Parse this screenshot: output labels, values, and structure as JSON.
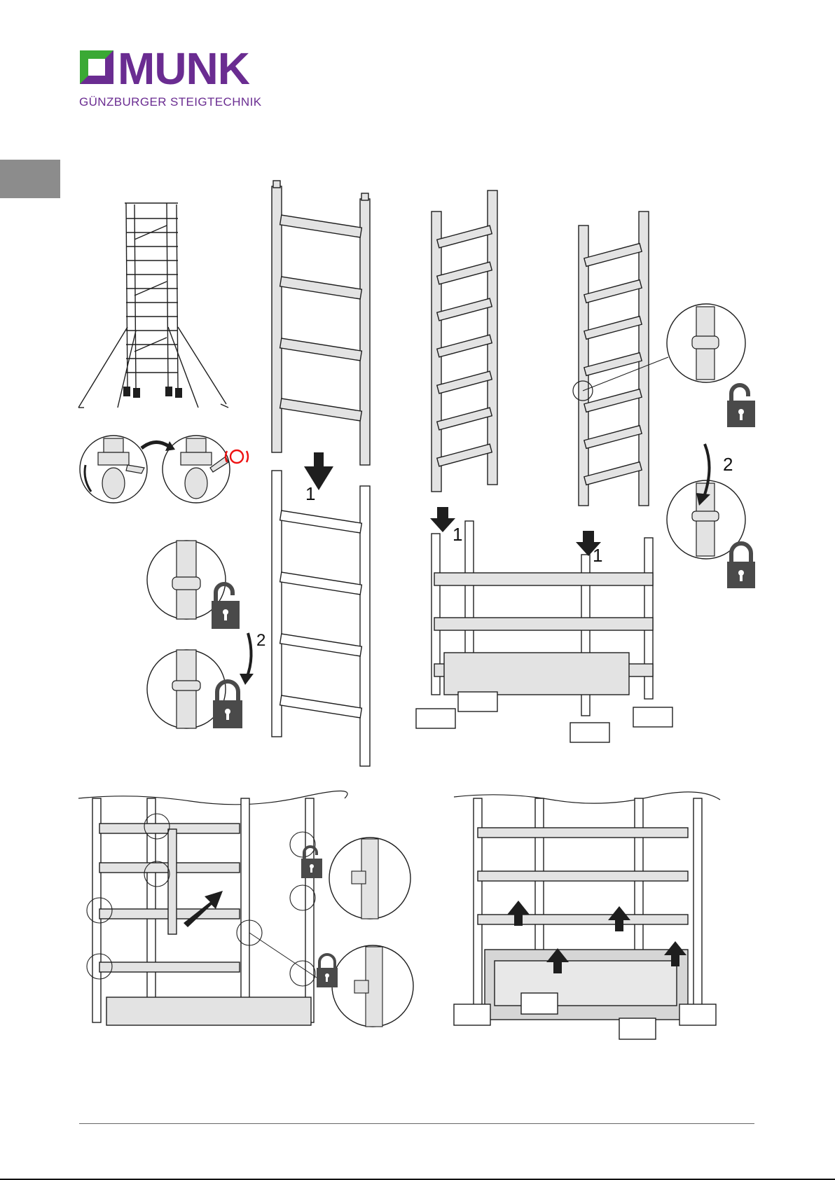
{
  "brand": {
    "name": "MUNK",
    "tagline": "GÜNZBURGER STEIGTECHNIK",
    "color": "#6a2c91",
    "accent": "#3aa935"
  },
  "figures": {
    "fig2": {
      "step1": "1"
    },
    "fig3": {
      "step2": "2"
    },
    "fig4": {
      "step1": "1"
    },
    "fig5": {
      "step1a": "1",
      "step1b": "1",
      "step2": "2"
    }
  },
  "icons": {
    "unlocked": "padlock-open-icon",
    "locked": "padlock-closed-icon",
    "arrow": "arrow-icon",
    "brake": "brake-icon"
  },
  "colors": {
    "part_fill": "#e3e3e3",
    "part_dark": "#bdbdbd",
    "line": "#1e1e1e",
    "lock_bg": "#4a4a4a"
  }
}
